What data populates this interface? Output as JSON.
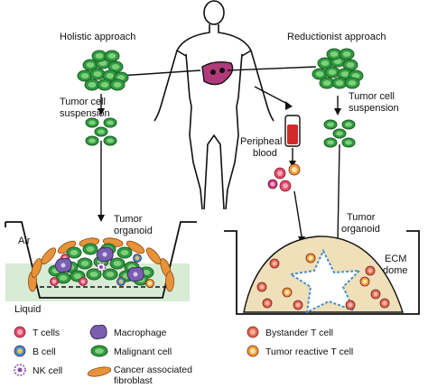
{
  "labels": {
    "holistic": "Holistic approach",
    "reductionist": "Reductionist approach",
    "suspension_left_1": "Tumor cell",
    "suspension_left_2": "suspension",
    "suspension_right_1": "Tumor cell",
    "suspension_right_2": "suspension",
    "blood_1": "Peripheal",
    "blood_2": "blood",
    "organoid_left_1": "Tumor",
    "organoid_left_2": "organoid",
    "organoid_right_1": "Tumor",
    "organoid_right_2": "organoid",
    "air": "Air",
    "liquid": "Liquid",
    "ecm_1": "ECM",
    "ecm_2": "dome"
  },
  "legend": {
    "t_cells": "T cells",
    "b_cell": "B cell",
    "nk_cell": "NK cell",
    "macrophage": "Macrophage",
    "malignant_cell": "Malignant cell",
    "caf_1": "Cancer associated",
    "caf_2": "fibroblast",
    "bystander": "Bystander T cell",
    "tumor_reactive": "Tumor reactive T cell"
  },
  "colors": {
    "malignant": "#2f9a3f",
    "malignant_inner": "#7fd07a",
    "t_cell": "#e04a6a",
    "t_cell_inner": "#f8a6b8",
    "b_cell": "#2d8fd6",
    "nk_cell": "#8a4aa8",
    "macrophage": "#7a5fb0",
    "caf": "#e8923a",
    "liquid": "#d8ecd8",
    "dome": "#eedfb8",
    "bystander": "#e06a4a",
    "reactive": "#f0a030"
  }
}
